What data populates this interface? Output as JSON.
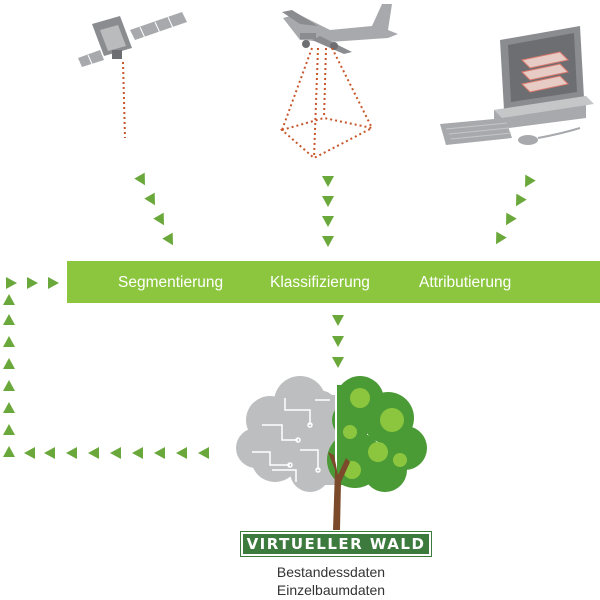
{
  "process": {
    "steps": [
      "Segmentierung",
      "Klassifizierung",
      "Attributierung"
    ]
  },
  "result": {
    "banner": "VIRTUELLER WALD",
    "outputs": [
      "Bestandessdaten",
      "Einzelbaumdaten"
    ]
  },
  "icons": {
    "sources": [
      "satellite-icon",
      "airplane-icon",
      "computer-icon"
    ],
    "result": "virtual-tree-icon"
  },
  "colors": {
    "bar": "#8cc63f",
    "arrow": "#6aa83b",
    "banner": "#3d7a3e",
    "scan_lines": "#c8562a",
    "device_gray": "#a7a9ac"
  }
}
